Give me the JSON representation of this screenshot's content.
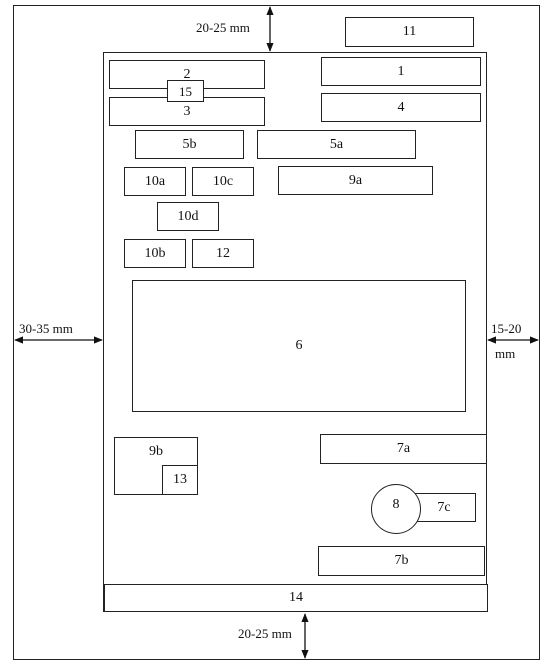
{
  "blocks": {
    "b1": "1",
    "b2": "2",
    "b3": "3",
    "b4": "4",
    "b5a": "5a",
    "b5b": "5b",
    "b6": "6",
    "b7a": "7a",
    "b7b": "7b",
    "b7c": "7c",
    "b8": "8",
    "b9a": "9a",
    "b9b": "9b",
    "b10a": "10a",
    "b10b": "10b",
    "b10c": "10c",
    "b10d": "10d",
    "b11": "11",
    "b12": "12",
    "b13": "13",
    "b14": "14",
    "b15": "15"
  },
  "margins": {
    "top": "20-25 mm",
    "bottom": "20-25 mm",
    "left": "30-35 mm",
    "right_line1": "15-20",
    "right_line2": "mm"
  }
}
